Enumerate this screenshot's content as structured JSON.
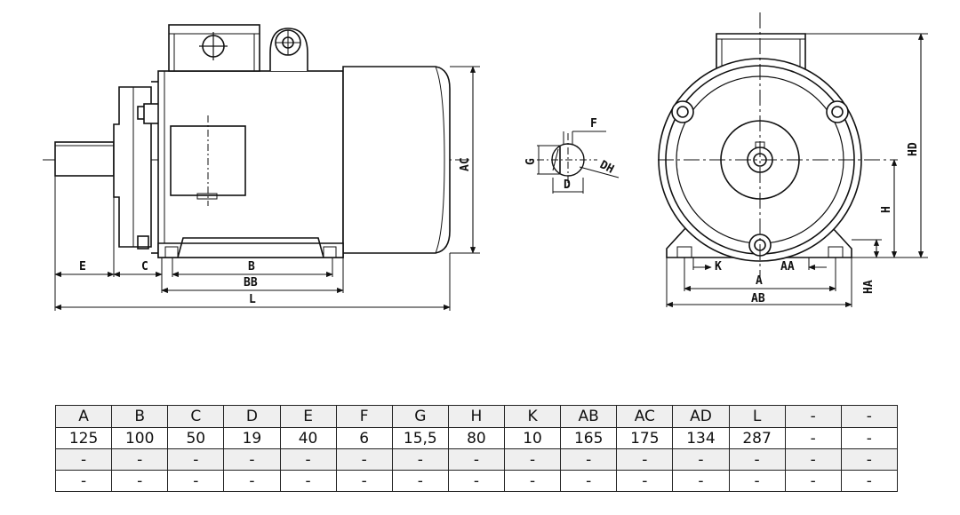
{
  "labels": {
    "E": "E",
    "C": "C",
    "B": "B",
    "BB": "BB",
    "L": "L",
    "AC": "AC",
    "F": "F",
    "G": "G",
    "D": "D",
    "DH": "DH",
    "HD": "HD",
    "H": "H",
    "K": "K",
    "AA": "AA",
    "A": "A",
    "AB": "AB",
    "HA": "HA"
  },
  "table": {
    "header": [
      "A",
      "B",
      "C",
      "D",
      "E",
      "F",
      "G",
      "H",
      "K",
      "AB",
      "AC",
      "AD",
      "L",
      "-",
      "-"
    ],
    "rows": [
      [
        "125",
        "100",
        "50",
        "19",
        "40",
        "6",
        "15,5",
        "80",
        "10",
        "165",
        "175",
        "134",
        "287",
        "-",
        "-"
      ],
      [
        "-",
        "-",
        "-",
        "-",
        "-",
        "-",
        "-",
        "-",
        "-",
        "-",
        "-",
        "-",
        "-",
        "-",
        "-"
      ],
      [
        "-",
        "-",
        "-",
        "-",
        "-",
        "-",
        "-",
        "-",
        "-",
        "-",
        "-",
        "-",
        "-",
        "-",
        "-"
      ]
    ]
  }
}
